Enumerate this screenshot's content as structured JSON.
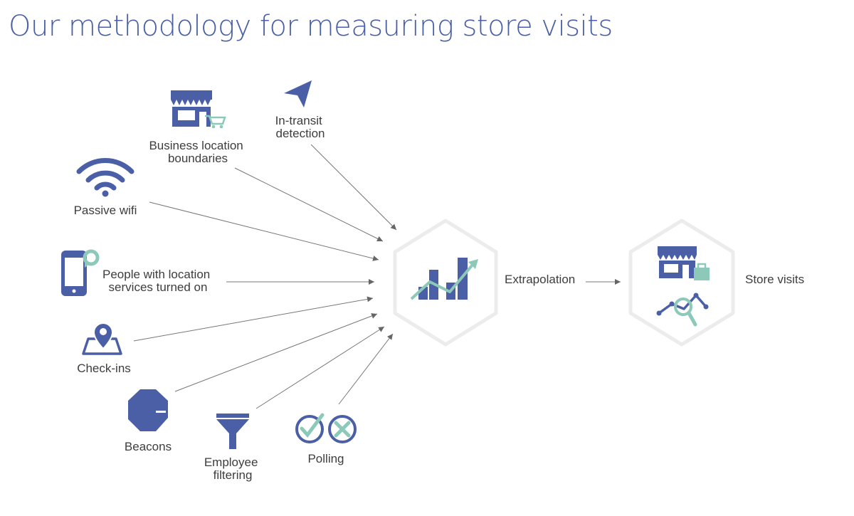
{
  "title": "Our methodology for measuring store visits",
  "colors": {
    "title": "#4a5fa6",
    "icon_blue": "#4a5fa6",
    "icon_teal": "#8dc9b8",
    "arrow": "#666666",
    "hexagon_stroke": "#ececec",
    "text": "#3d3d3d"
  },
  "inputs": [
    {
      "id": "business-location-boundaries",
      "icon": "storefront-cart-icon",
      "lines": [
        "Business location",
        "boundaries"
      ]
    },
    {
      "id": "in-transit-detection",
      "icon": "navigation-arrow-icon",
      "lines": [
        "In-transit",
        "detection"
      ]
    },
    {
      "id": "passive-wifi",
      "icon": "wifi-icon",
      "lines": [
        "Passive wifi"
      ]
    },
    {
      "id": "people-with-location-services",
      "icon": "phone-location-icon",
      "lines": [
        "People with location",
        "services turned on"
      ]
    },
    {
      "id": "check-ins",
      "icon": "map-pin-icon",
      "lines": [
        "Check-ins"
      ]
    },
    {
      "id": "beacons",
      "icon": "beacon-icon",
      "lines": [
        "Beacons"
      ]
    },
    {
      "id": "employee-filtering",
      "icon": "funnel-icon",
      "lines": [
        "Employee",
        "filtering"
      ]
    },
    {
      "id": "polling",
      "icon": "check-cross-circles-icon",
      "lines": [
        "Polling"
      ]
    }
  ],
  "process": {
    "icon": "rising-bar-chart-icon",
    "label": "Extrapolation"
  },
  "output": {
    "icon": "store-analytics-icon",
    "label": "Store visits"
  }
}
